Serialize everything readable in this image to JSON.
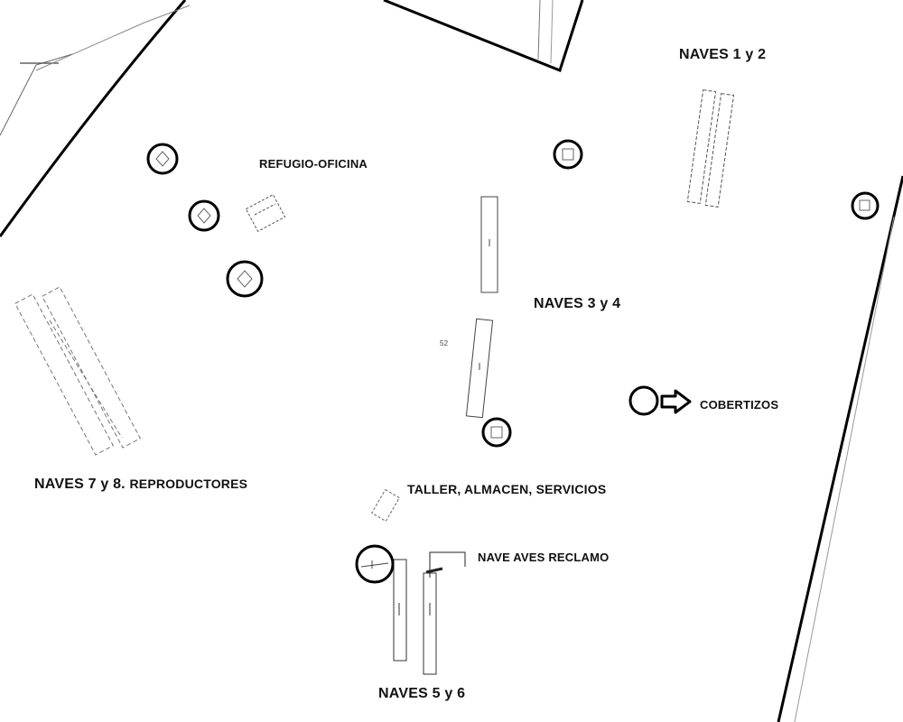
{
  "labels": {
    "naves_1_2": "NAVES 1 y 2",
    "refugio_oficina": "REFUGIO-OFICINA",
    "naves_3_4": "NAVES 3 y 4",
    "point_52": "52",
    "cobertizos": "COBERTIZOS",
    "naves_7_8_main": "NAVES 7 y 8.",
    "naves_7_8_sub": "REPRODUCTORES",
    "taller": "TALLER, ALMACEN, SERVICIOS",
    "nave_aves_reclamo": "NAVE AVES RECLAMO",
    "naves_5_6": "NAVES 5 y 6"
  },
  "markers": {
    "count": 8
  },
  "colors": {
    "ink": "#111111",
    "linework": "#333333",
    "background": "#ffffff"
  }
}
